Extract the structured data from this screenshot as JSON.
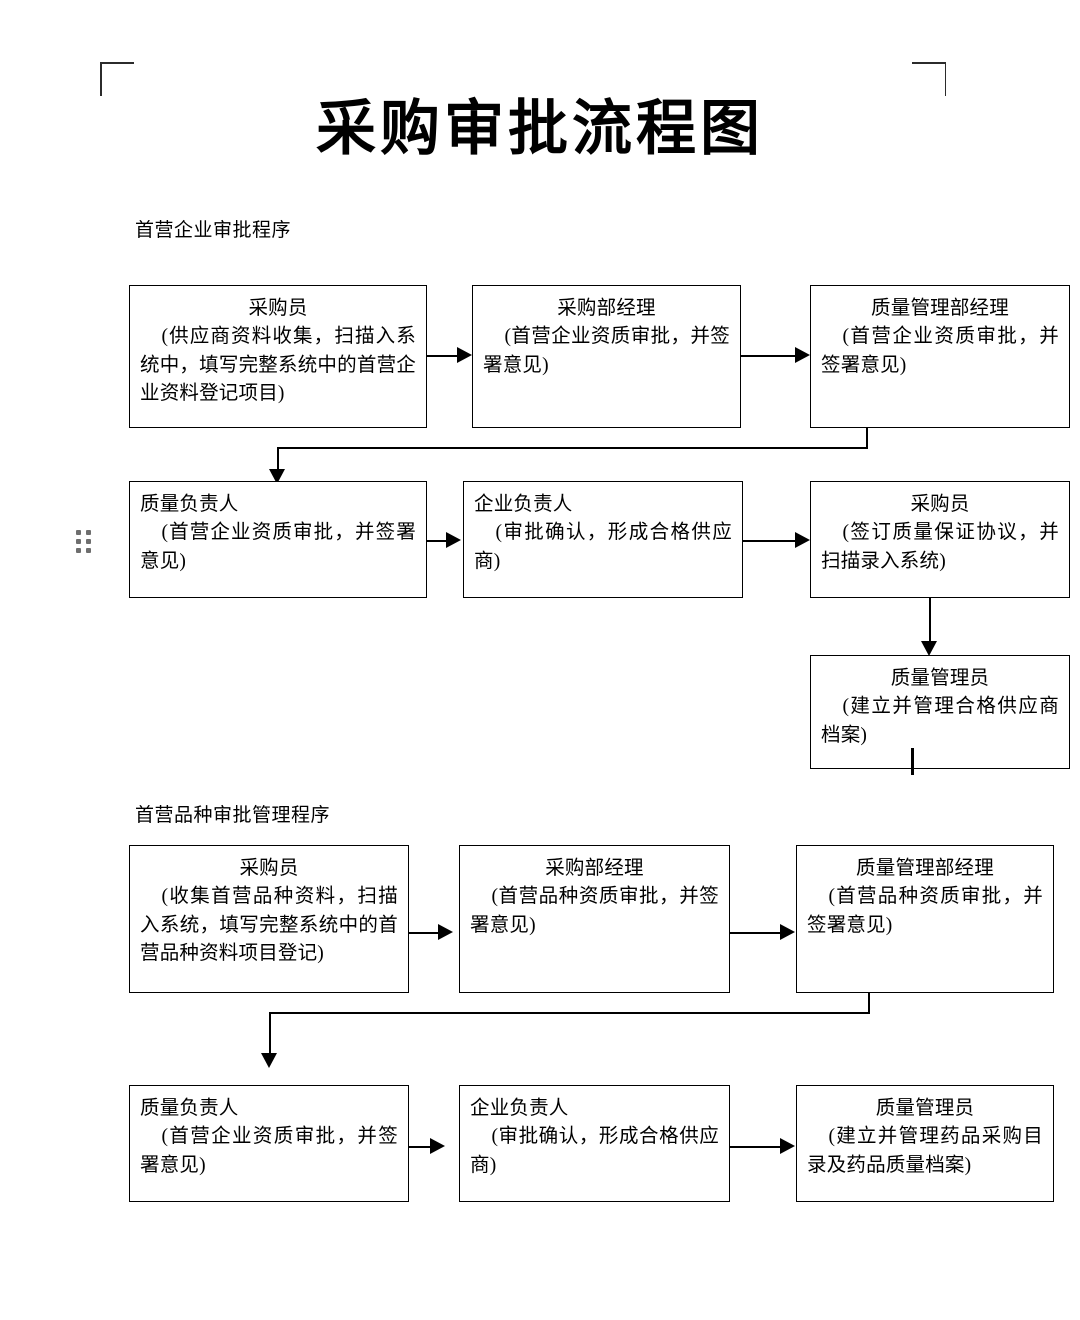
{
  "document": {
    "title": "采购审批流程图",
    "page_background": "#ffffff",
    "ink_color": "#000000"
  },
  "handle": {
    "name": "drag-handle-dots"
  },
  "sections": [
    {
      "label": "首营企业审批程序",
      "boxes": [
        {
          "role": "采购员",
          "desc": "(供应商资料收集，扫描入系统中，填写完整系统中的首营企业资料登记项目)"
        },
        {
          "role": "采购部经理",
          "desc": "(首营企业资质审批，并签署意见)"
        },
        {
          "role": "质量管理部经理",
          "desc": "(首营企业资质审批，并签署意见)"
        },
        {
          "role": "质量负责人",
          "desc": "(首营企业资质审批，并签署意见)"
        },
        {
          "role": "企业负责人",
          "desc": "(审批确认，形成合格供应商)"
        },
        {
          "role": "采购员",
          "desc": "(签订质量保证协议，并扫描录入系统)"
        },
        {
          "role": "质量管理员",
          "desc": "(建立并管理合格供应商档案)"
        }
      ]
    },
    {
      "label": "首营品种审批管理程序",
      "boxes": [
        {
          "role": "采购员",
          "desc": "(收集首营品种资料，扫描入系统，填写完整系统中的首营品种资料项目登记)"
        },
        {
          "role": "采购部经理",
          "desc": "(首营品种资质审批，并签署意见)"
        },
        {
          "role": "质量管理部经理",
          "desc": "(首营品种资质审批，并签署意见)"
        },
        {
          "role": "质量负责人",
          "desc": "(首营企业资质审批，并签署意见)"
        },
        {
          "role": "企业负责人",
          "desc": "(审批确认，形成合格供应商)"
        },
        {
          "role": "质量管理员",
          "desc": "(建立并管理药品采购目录及药品质量档案)"
        }
      ]
    }
  ]
}
